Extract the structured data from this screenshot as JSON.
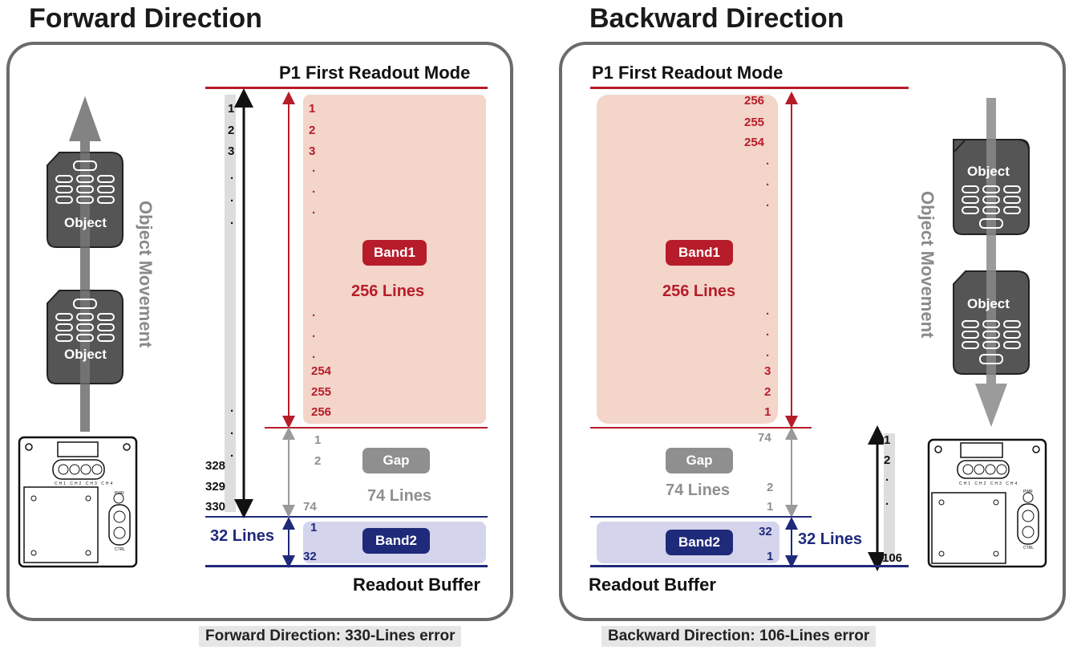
{
  "titles": {
    "left": "Forward Direction",
    "right": "Backward Direction"
  },
  "mode_label": "P1 First Readout Mode",
  "readout_buffer": "Readout Buffer",
  "object_label": "Object",
  "object_movement": "Object Movement",
  "band1": {
    "label": "Band1",
    "lines": "256 Lines"
  },
  "gap": {
    "label": "Gap",
    "lines": "74 Lines"
  },
  "band2": {
    "label": "Band2",
    "lines": "32 Lines"
  },
  "forward": {
    "counter_top": [
      "1",
      "2",
      "3"
    ],
    "counter_bottom": [
      "328",
      "329",
      "330"
    ],
    "band1_top": [
      "1",
      "2",
      "3"
    ],
    "band1_bottom": [
      "254",
      "255",
      "256"
    ],
    "gap_nums": [
      "1",
      "2",
      "74"
    ],
    "band2_nums": [
      "1",
      "32"
    ]
  },
  "backward": {
    "band1_top": [
      "256",
      "255",
      "254"
    ],
    "band1_bottom": [
      "3",
      "2",
      "1"
    ],
    "gap_top": "74",
    "gap_bottom": [
      "2",
      "1"
    ],
    "band2_nums": [
      "32",
      "1"
    ],
    "counter_top": [
      "1",
      "2"
    ],
    "counter_bottom": "106"
  },
  "camera_labels": {
    "channels": [
      "CH1",
      "CH2",
      "CH3",
      "CH4"
    ],
    "pwr": "PWR",
    "ctrl": "CTRL"
  },
  "captions": {
    "forward": "Forward Direction: 330-Lines error",
    "backward": "Backward Direction: 106-Lines error"
  },
  "colors": {
    "band1_fill": "#f3d5ca",
    "band1_accent": "#b71c2a",
    "band2_fill": "#d4d4ec",
    "band2_accent": "#1f2a7a",
    "gap_accent": "#8f8f8f",
    "frame": "#6b6b6b"
  }
}
